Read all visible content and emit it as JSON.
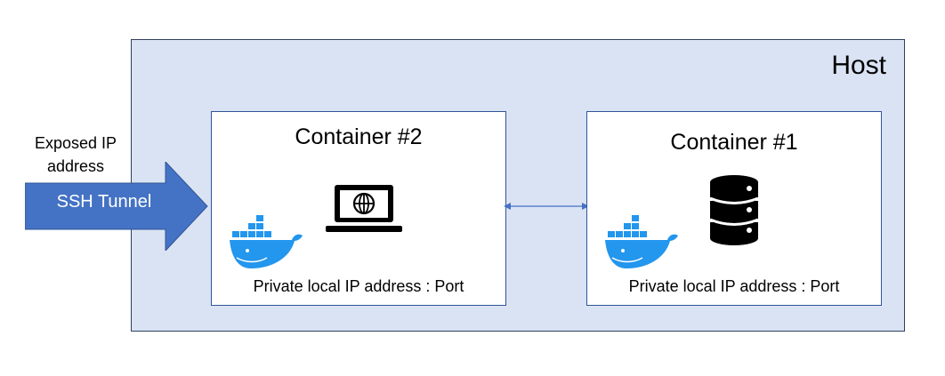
{
  "host": {
    "label": "Host"
  },
  "external": {
    "exposed_label": "Exposed IP address",
    "tunnel_label": "SSH Tunnel"
  },
  "containers": [
    {
      "title": "Container #2",
      "footer": "Private local IP address : Port",
      "icon": "laptop-globe-icon"
    },
    {
      "title": "Container #1",
      "footer": "Private local IP address : Port",
      "icon": "database-icon"
    }
  ],
  "colors": {
    "host_fill": "#dae3f3",
    "arrow_fill": "#4472c4",
    "container_border": "#2f5597",
    "docker_blue": "#2396ed"
  }
}
